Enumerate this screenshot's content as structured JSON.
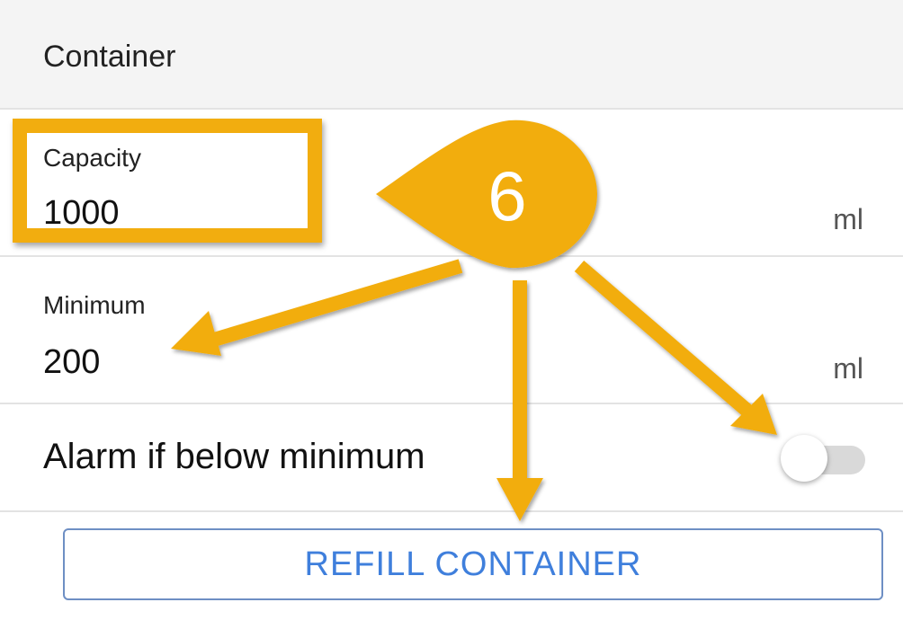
{
  "header": {
    "title": "Container"
  },
  "capacity": {
    "label": "Capacity",
    "value": "1000",
    "unit": "ml"
  },
  "minimum": {
    "label": "Minimum",
    "value": "200",
    "unit": "ml"
  },
  "alarm": {
    "label": "Alarm if below minimum",
    "enabled": false
  },
  "refill_button": {
    "label": "REFILL CONTAINER"
  },
  "annotation": {
    "step": "6"
  },
  "colors": {
    "annotation": "#f2ad0f",
    "button_text": "#3f7fdc",
    "button_border": "#6e8fc4",
    "header_bg": "#f4f4f4"
  }
}
